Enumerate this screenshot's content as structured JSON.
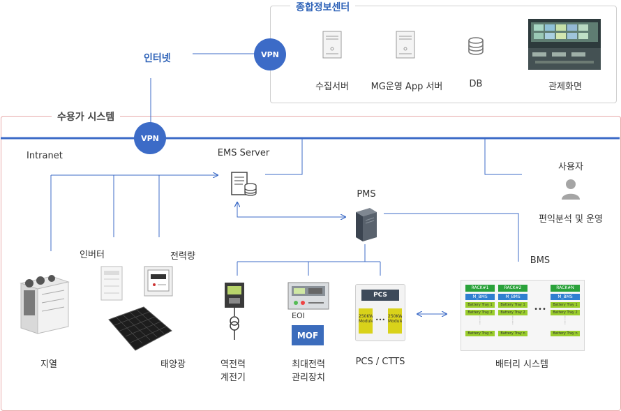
{
  "center": {
    "title": "종합정보센터",
    "items": [
      {
        "label": "수집서버"
      },
      {
        "label": "MG운영 App 서버"
      },
      {
        "label": "DB"
      },
      {
        "label": "관제화면"
      }
    ]
  },
  "internet": {
    "label": "인터넷"
  },
  "vpn": {
    "label": "VPN"
  },
  "site": {
    "title": "수용가 시스템",
    "intranet": "Intranet",
    "ems": "EMS Server",
    "pms": "PMS",
    "user": {
      "label": "사용자",
      "sublabel": "편익분석 및 운영"
    },
    "bms": "BMS",
    "inverter": "인버터",
    "power_meter": "전력량",
    "geothermal": "지열",
    "solar": "태양광",
    "reverse_meter": {
      "line1": "역전력",
      "line2": "계전기"
    },
    "max_power": {
      "line1": "최대전력",
      "line2": "관리장치",
      "eoi": "EOI",
      "mof": "MOF"
    },
    "pcs": {
      "label": "PCS / CTTS",
      "header": "PCS",
      "module_left": "250KW Module",
      "module_right": "250KW Module",
      "dots": "•••"
    },
    "battery": {
      "label": "배터리 시스템",
      "racks": [
        {
          "rack": "RACK#1",
          "bms": "M_BMS",
          "tray1": "Battery Tray 1",
          "tray2": "Battery Tray 2",
          "trayn": "Battery Tray n"
        },
        {
          "rack": "RACK#2",
          "bms": "M_BMS",
          "tray1": "Battery Tray 1",
          "tray2": "Battery Tray 2",
          "trayn": "Battery Tray n"
        },
        {
          "rack": "RACK#N",
          "bms": "M_BMS",
          "tray1": "Battery Tray 1",
          "tray2": "Battery Tray 2",
          "trayn": "Battery Tray n"
        }
      ],
      "dots": "•••"
    }
  },
  "colors": {
    "accent": "#3c6bc7",
    "line": "#3c6bc7",
    "rack_head": "#2aa23a",
    "bms_blue": "#2f7fd0",
    "tray_green": "#9acd2c",
    "module_yellow": "#d9d21a"
  }
}
